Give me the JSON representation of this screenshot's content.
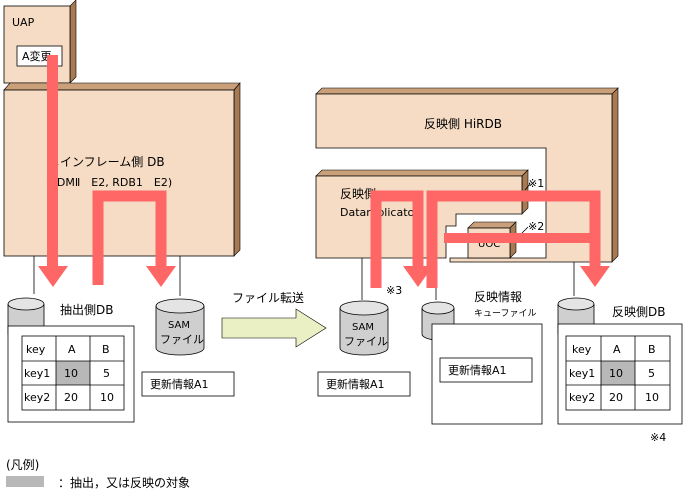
{
  "uap": {
    "title": "UAP",
    "change_label": "A変更"
  },
  "mainframe": {
    "line1": "メインフレーム側 DB",
    "line2": "(PDMⅡ　E2, RDB1　E2)"
  },
  "hirdb": {
    "title": "反映側 HiRDB"
  },
  "datareplicator": {
    "line1": "反映側",
    "line2": "Datareplicator"
  },
  "uoc": {
    "label": "UOC"
  },
  "notes": {
    "n1": "※1",
    "n2": "※2",
    "n3": "※3",
    "n4": "※4"
  },
  "sam_left": {
    "line1": "SAM",
    "line2": "ファイル",
    "info": "更新情報A1"
  },
  "sam_right": {
    "line1": "SAM",
    "line2": "ファイル",
    "info": "更新情報A1"
  },
  "transfer": {
    "label": "ファイル転送"
  },
  "queue": {
    "title": "反映情報",
    "subtitle": "キューファイル",
    "info": "更新情報A1"
  },
  "extract_db": {
    "title": "抽出側DB",
    "header": [
      "key",
      "A",
      "B"
    ],
    "rows": [
      [
        "key1",
        "10",
        "5"
      ],
      [
        "key2",
        "20",
        "10"
      ]
    ]
  },
  "reflect_db": {
    "title": "反映側DB",
    "header": [
      "key",
      "A",
      "B"
    ],
    "rows": [
      [
        "key1",
        "10",
        "5"
      ],
      [
        "key2",
        "20",
        "10"
      ]
    ]
  },
  "legend": {
    "title": "(凡例)",
    "text": "：抽出，又は反映の対象"
  },
  "colors": {
    "box": "#f6dcc4",
    "shadow": "#a87a52",
    "arrow": "#ff6666",
    "highlight": "#b8b8b8",
    "transfer_arrow": "#eaf0c4"
  }
}
